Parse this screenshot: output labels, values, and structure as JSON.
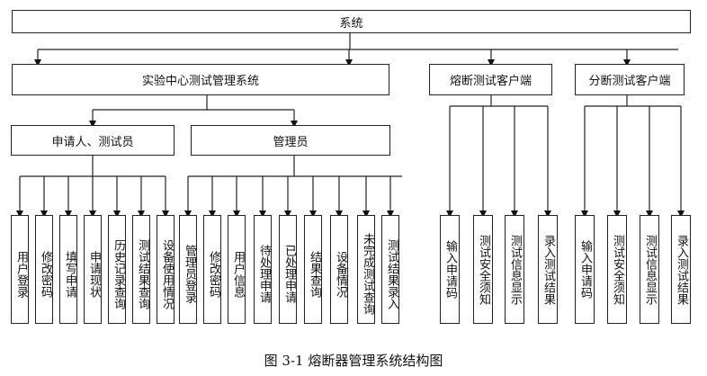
{
  "root": "系统",
  "systems": {
    "lab": "实验中心测试管理系统",
    "fuse_client": "熔断测试客户端",
    "breaker_client": "分断测试客户端"
  },
  "roles": {
    "applicant": "申请人、测试员",
    "admin": "管理员"
  },
  "leaves": {
    "applicant": [
      "用户登录",
      "修改密码",
      "填写申请",
      "申请现状",
      "历史记录查询",
      "测试结果查询",
      "设备使用情况"
    ],
    "admin": [
      "管理员登录",
      "修改密码",
      "用户信息",
      "待处理申请",
      "已处理申请",
      "结果查询",
      "设备情况",
      "未完成测试查询",
      "测试结果录入"
    ],
    "fuse_client": [
      "输入申请码",
      "测试安全须知",
      "测试信息显示",
      "录入测试结果"
    ],
    "breaker_client": [
      "输入申请码",
      "测试安全须知",
      "测试信息显示",
      "录入测试结果"
    ]
  },
  "caption": "图 3-1  熔断器管理系统结构图"
}
